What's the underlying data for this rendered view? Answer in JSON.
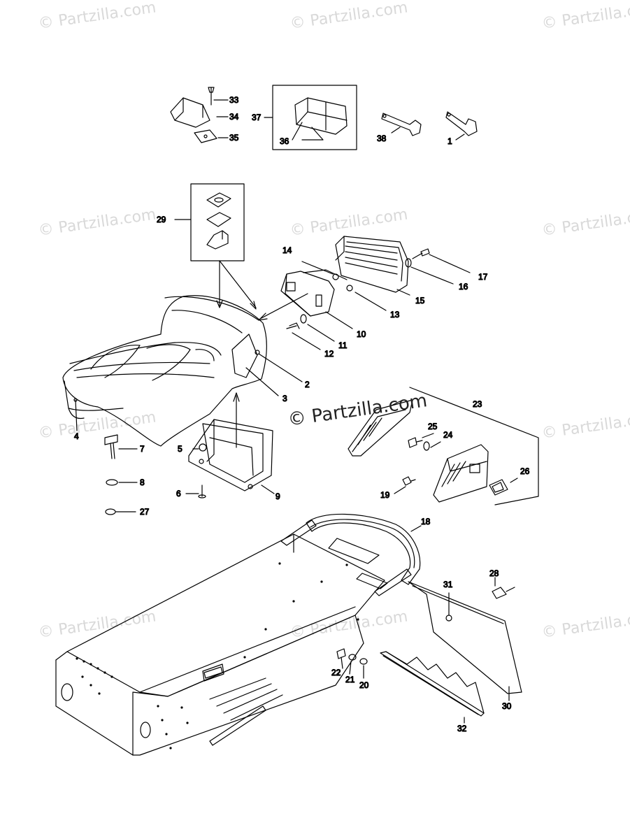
{
  "watermark": "© Partzilla.com",
  "center_watermark": "© Partzilla.com",
  "callouts": {
    "c1": "1",
    "c2": "2",
    "c3": "3",
    "c4": "4",
    "c5": "5",
    "c6": "6",
    "c7": "7",
    "c8": "8",
    "c9": "9",
    "c10": "10",
    "c11": "11",
    "c12": "12",
    "c13": "13",
    "c14": "14",
    "c15": "15",
    "c16": "16",
    "c17": "17",
    "c18": "18",
    "c19": "19",
    "c20": "20",
    "c21": "21",
    "c22": "22",
    "c23": "23",
    "c24": "24",
    "c25": "25",
    "c26": "26",
    "c27": "27",
    "c28": "28",
    "c29": "29",
    "c30": "30",
    "c31": "31",
    "c32": "32",
    "c33": "33",
    "c34": "34",
    "c35": "35",
    "c36": "36",
    "c37": "37",
    "c38": "38"
  },
  "colors": {
    "line": "#000000",
    "watermark": "#d9d9d9"
  }
}
